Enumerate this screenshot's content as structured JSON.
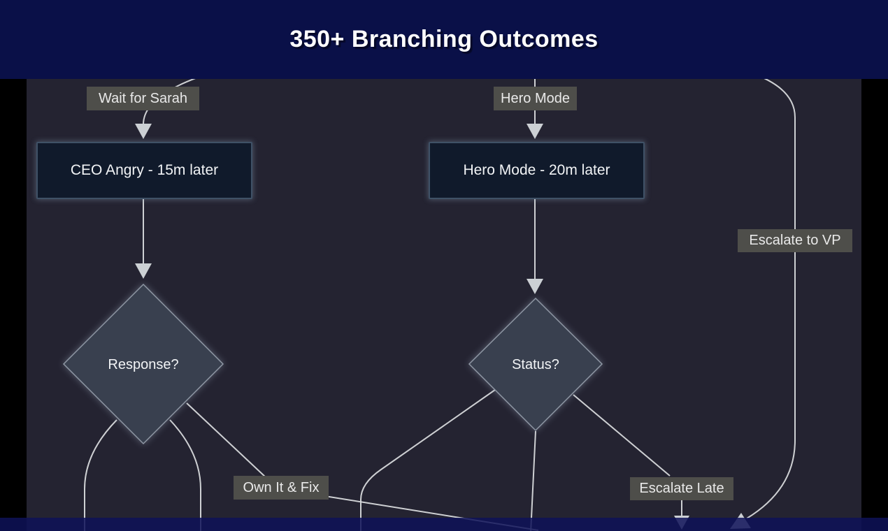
{
  "header": {
    "title": "350+ Branching Outcomes"
  },
  "theme": {
    "header_bg": "#0a1048",
    "canvas_bg": "#242331",
    "edge_color": "#d8dadc",
    "arrow_color": "#ccd0d4",
    "label_bg": "#4e4e4a",
    "label_text": "#e9e9e9",
    "box_fill": "#101a2b",
    "box_border": "#3f5166",
    "diamond_fill": "#39404f",
    "diamond_border": "#8f97a4",
    "node_text": "#f2f4f6",
    "band_overlay": "rgba(14,18,88,0.85)"
  },
  "nodes": {
    "ceo_angry": {
      "type": "process",
      "label": "CEO Angry - 15m later"
    },
    "hero_mode": {
      "type": "process",
      "label": "Hero Mode - 20m later"
    },
    "response": {
      "type": "decision",
      "label": "Response?"
    },
    "status": {
      "type": "decision",
      "label": "Status?"
    }
  },
  "edge_labels": {
    "wait_for_sarah": {
      "text": "Wait for Sarah"
    },
    "hero_mode": {
      "text": "Hero Mode"
    },
    "escalate_to_vp": {
      "text": "Escalate to VP"
    },
    "own_it_fix": {
      "text": "Own It & Fix"
    },
    "escalate_late": {
      "text": "Escalate Late"
    }
  }
}
